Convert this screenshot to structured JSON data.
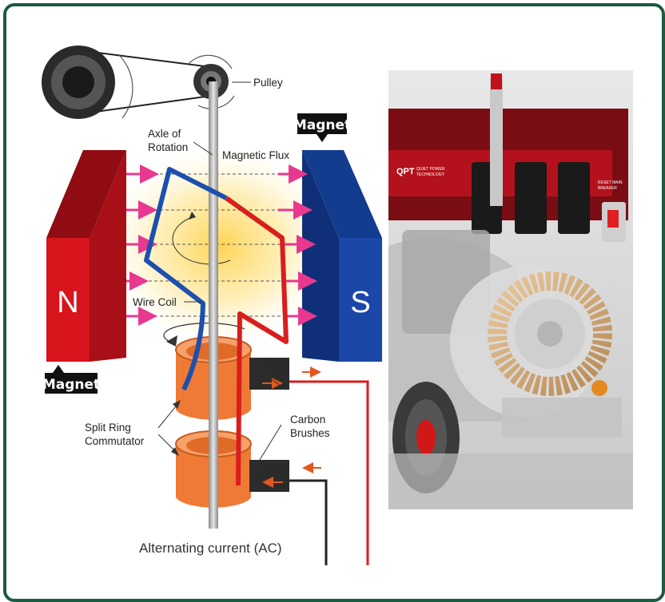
{
  "labels": {
    "pulley": "Pulley",
    "axle_line1": "Axle of",
    "axle_line2": "Rotation",
    "magnetic_flux": "Magnetic Flux",
    "magnet_top": "Magnet",
    "magnet_bottom": "Magnet",
    "pole_north": "N",
    "pole_south": "S",
    "wire_coil": "Wire Coil",
    "split_ring_line1": "Split Ring",
    "split_ring_line2": "Commutator",
    "carbon_line1": "Carbon",
    "carbon_line2": "Brushes",
    "alternating_current": "Alternating current (AC)"
  },
  "photo": {
    "brand": "QPT",
    "brand_line1": "QUIET POWER",
    "brand_line2": "TECHNOLOGY",
    "breaker_line1": "RESET MAIN",
    "breaker_line2": "BREAKER"
  },
  "colors": {
    "frame": "#1d5a3f",
    "north_magnet": "#d8141c",
    "south_magnet": "#1a47a8",
    "flux_arrow": "#e8388f",
    "coil_blue": "#1d4fae",
    "coil_red": "#d81e1e",
    "commutator": "#ee7a35",
    "brush": "#2b2b2b"
  }
}
